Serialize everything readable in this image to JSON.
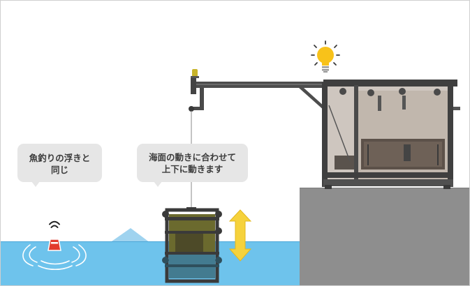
{
  "labels": {
    "buoy_line1": "魚釣りの浮きと",
    "buoy_line2": "同じ",
    "device_line1": "海面の動きに合わせて",
    "device_line2": "上下に動きます"
  },
  "colors": {
    "sea": "#6ec3ec",
    "sea_line": "#4aa6d8",
    "wave_peak": "#9fd3ef",
    "pier": "#8e8e8e",
    "frame_steel": "#4d4d4d",
    "crate": "#6b6a2e",
    "arrow": "#f6d23c",
    "bulb": "#f8c21a",
    "buoy": "#e23b2e",
    "bubble_bg": "#e6e6e6"
  },
  "icons": [
    "light-bulb-icon",
    "buoy-icon",
    "up-down-arrow-icon",
    "signal-icon",
    "ripple-icon"
  ]
}
